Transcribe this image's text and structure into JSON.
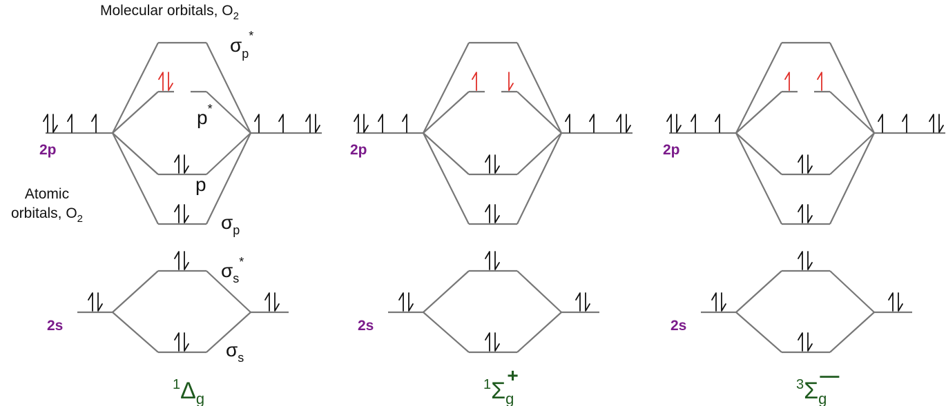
{
  "header": {
    "title": "Molecular orbitals, O",
    "title_sub": "2"
  },
  "side_label": {
    "line1": "Atomic",
    "line2": "orbitals, O",
    "line2_sub": "2"
  },
  "atomic_labels": {
    "p2": "2p",
    "s2": "2s"
  },
  "mo_labels": {
    "sigma_p_star": {
      "base": "σ",
      "sub": "p",
      "sup": "*"
    },
    "pi_star": {
      "base": "p",
      "sup": "*"
    },
    "pi": {
      "base": "p"
    },
    "sigma_p": {
      "base": "σ",
      "sub": "p"
    },
    "sigma_s_star": {
      "base": "σ",
      "sub": "s",
      "sup": "*"
    },
    "sigma_s": {
      "base": "σ",
      "sub": "s"
    }
  },
  "diagrams": [
    {
      "term": {
        "mult": "1",
        "symbol": "Δ",
        "sub": "g",
        "sup": ""
      },
      "pi_star_electrons": [
        "paired",
        "empty"
      ]
    },
    {
      "term": {
        "mult": "1",
        "symbol": "Σ",
        "sub": "g",
        "sup": "+"
      },
      "pi_star_electrons": [
        "up",
        "down"
      ]
    },
    {
      "term": {
        "mult": "3",
        "symbol": "Σ",
        "sub": "g",
        "sup": "—"
      },
      "pi_star_electrons": [
        "up",
        "up"
      ]
    }
  ],
  "colors": {
    "line": "#777777",
    "electron": "#111111",
    "highlight_electron": "#e0302a",
    "atomic_label": "#7a1a8a",
    "term_label": "#1e5a1e"
  }
}
